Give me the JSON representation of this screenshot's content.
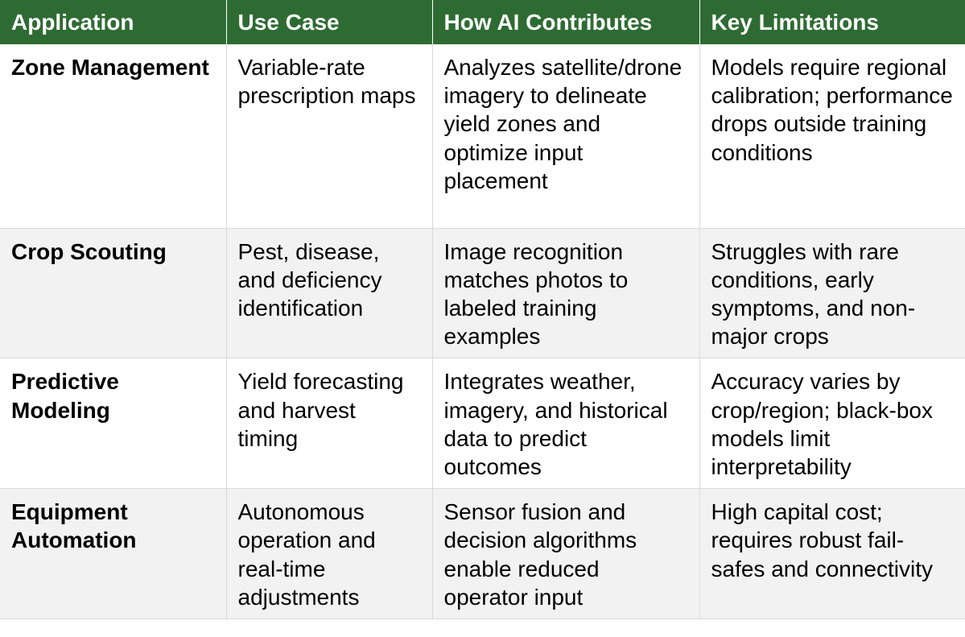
{
  "table": {
    "headers": [
      "Application",
      "Use Case",
      "How AI Contributes",
      "Key Limitations"
    ],
    "rows": [
      {
        "application": "Zone Management",
        "use_case": "Variable-rate prescription maps",
        "how_ai": "Analyzes satellite/drone imagery to delineate yield zones and optimize input placement",
        "limitations": "Models require regional calibration; performance drops outside training conditions"
      },
      {
        "application": "Crop Scouting",
        "use_case": "Pest, disease, and deficiency identification",
        "how_ai": "Image recognition matches photos to labeled training examples",
        "limitations": "Struggles with rare conditions, early symptoms, and non-major crops"
      },
      {
        "application": "Predictive Modeling",
        "use_case": "Yield forecasting and harvest timing",
        "how_ai": "Integrates weather, imagery, and historical data to predict outcomes",
        "limitations": "Accuracy varies by crop/region; black-box models limit interpretability"
      },
      {
        "application": "Equipment Automation",
        "use_case": "Autonomous operation and real-time adjustments",
        "how_ai": "Sensor fusion and decision algorithms enable reduced operator input",
        "limitations": "High capital cost; requires robust fail-safes and connectivity"
      }
    ]
  },
  "colors": {
    "header_bg": "#2e6b33",
    "header_text": "#ffffff",
    "row_alt_bg": "#f2f2f2",
    "border": "#d9d9d9"
  }
}
